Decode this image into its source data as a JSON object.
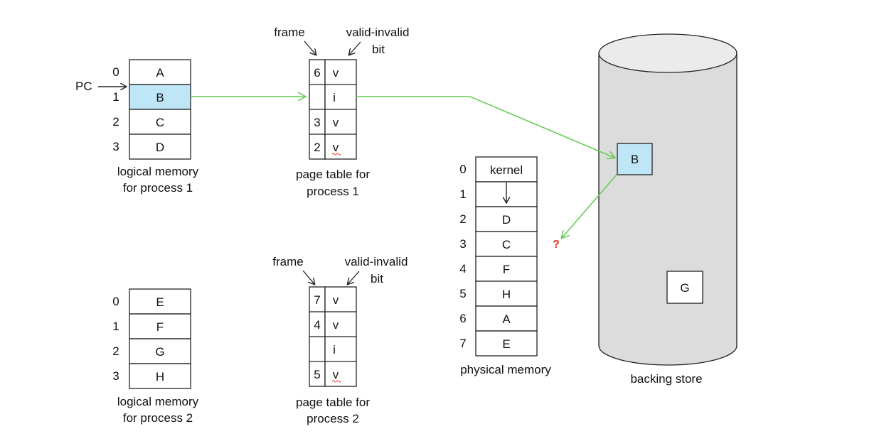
{
  "process1": {
    "logical_memory": {
      "indices": [
        "0",
        "1",
        "2",
        "3"
      ],
      "cells": [
        "A",
        "B",
        "C",
        "D"
      ],
      "caption_line1": "logical memory",
      "caption_line2": "for process 1"
    },
    "pc_label": "PC",
    "page_table": {
      "frame_label": "frame",
      "valid_label_line1": "valid-invalid",
      "valid_label_line2": "bit",
      "rows": [
        {
          "frame": "6",
          "bit": "v"
        },
        {
          "frame": "",
          "bit": "i"
        },
        {
          "frame": "3",
          "bit": "v"
        },
        {
          "frame": "2",
          "bit": "v"
        }
      ],
      "caption_line1": "page table for",
      "caption_line2": "process 1"
    }
  },
  "process2": {
    "logical_memory": {
      "indices": [
        "0",
        "1",
        "2",
        "3"
      ],
      "cells": [
        "E",
        "F",
        "G",
        "H"
      ],
      "caption_line1": "logical memory",
      "caption_line2": "for process 2"
    },
    "page_table": {
      "frame_label": "frame",
      "valid_label_line1": "valid-invalid",
      "valid_label_line2": "bit",
      "rows": [
        {
          "frame": "7",
          "bit": "v"
        },
        {
          "frame": "4",
          "bit": "v"
        },
        {
          "frame": "",
          "bit": "i"
        },
        {
          "frame": "5",
          "bit": "v"
        }
      ],
      "caption_line1": "page table for",
      "caption_line2": "process 2"
    }
  },
  "physical_memory": {
    "indices": [
      "0",
      "1",
      "2",
      "3",
      "4",
      "5",
      "6",
      "7"
    ],
    "cells": [
      "kernel",
      "",
      "D",
      "C",
      "F",
      "H",
      "A",
      "E"
    ],
    "caption": "physical memory",
    "question_mark": "?"
  },
  "backing_store": {
    "caption": "backing store",
    "blocks": [
      "B",
      "G"
    ]
  },
  "colors": {
    "highlight": "#bfe6f7",
    "arrow_green": "#66cc55",
    "question_red": "#e0301e",
    "cylinder_fill": "#dcdcdc",
    "stroke": "#222222"
  }
}
